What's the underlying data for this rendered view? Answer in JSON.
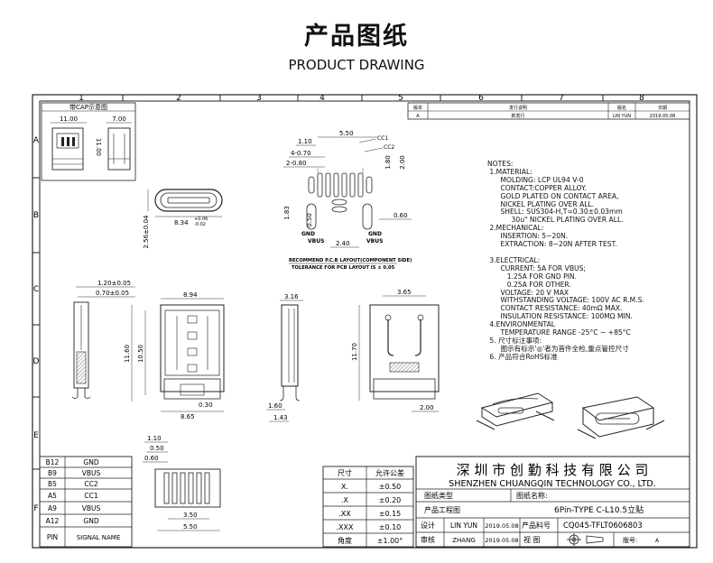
{
  "title_cn": "产品图纸",
  "title_en": "PRODUCT DRAWING",
  "grid": {
    "cols": [
      "1",
      "2",
      "3",
      "4",
      "5",
      "6",
      "7",
      "8"
    ],
    "rows": [
      "A",
      "B",
      "C",
      "D",
      "E",
      "F"
    ]
  },
  "revision": {
    "headers": [
      "版本",
      "发行说明",
      "版名",
      "日期"
    ],
    "row": [
      "A",
      "新发行",
      "LIN YUN",
      "2019.05.08"
    ]
  },
  "cap_box": {
    "title": "带CAP示意图",
    "w1": "11.00",
    "w2": "7.00",
    "h1": "11.00"
  },
  "dims": {
    "top_view": [
      "1.10",
      "5.50",
      "4-0.70",
      "2-0.80",
      "CC1",
      "CC2",
      "1.80",
      "2.00",
      "1.83",
      "0.50",
      "0.60",
      "2.40",
      "GND",
      "VBUS",
      "GND",
      "VBUS"
    ],
    "front": [
      "8.34",
      "+0.06",
      "-0.02",
      "2.56±0.04"
    ],
    "layout_note1": "RECOMMEND P.C.B LAYOUT(COMPONENT SIDE)",
    "layout_note2": "TOLERANCE FOR PCB LAYOUT IS ± 0.05",
    "side_left": [
      "1.20±0.05",
      "0.70±0.05"
    ],
    "main": [
      "8.94",
      "11.60",
      "10.50",
      "0.30",
      "8.65"
    ],
    "side": [
      "3.16",
      "1.60",
      "1.43"
    ],
    "back": [
      "3.65",
      "11.70",
      "2.00"
    ],
    "bottom": [
      "1.10",
      "0.50",
      "0.60",
      "3.50",
      "5.50"
    ]
  },
  "notes": "NOTES:\n 1.MATERIAL:\n      MOLDING: LCP UL94 V-0\n      CONTACT:COPPER ALLOY.\n      GOLD PLATED ON CONTACT AREA,\n      NICKEL PLATING OVER ALL.\n      SHELL: SUS304-H,T=0.30±0.03mm\n           30u\" NICKEL PLATING OVER ALL.\n 2.MECHANICAL:\n      INSERTION: 5~20N.\n      EXTRACTION: 8~20N AFTER TEST.\n\n 3.ELECTRICAL:\n      CURRENT: 5A FOR VBUS;\n         1.25A FOR GND PIN.\n         0.25A FOR OTHER.\n      VOLTAGE: 20 V MAX\n      WITHSTANDING VOLTAGE: 100V AC R.M.S.\n      CONTACT RESISTANCE: 40mΩ MAX.\n      INSULATION RESISTANCE: 100MΩ MIN.\n 4.ENVIRONMENTAL\n      TEMPERATURE RANGE -25°C ~ +85°C\n 5. 尺寸标注事项:\n      图示有标示'◎'者为首件全检,重点管控尺寸\n 6. 产品符合RoHS标准",
  "pins": [
    [
      "B12",
      "GND"
    ],
    [
      "B9",
      "VBUS"
    ],
    [
      "B5",
      "CC2"
    ],
    [
      "A5",
      "CC1"
    ],
    [
      "A9",
      "VBUS"
    ],
    [
      "A12",
      "GND"
    ],
    [
      "PIN",
      "SIGNAL NAME"
    ]
  ],
  "tolerance": {
    "headers": [
      "尺寸",
      "允许公差"
    ],
    "rows": [
      [
        "X.",
        "±0.50"
      ],
      [
        ".X",
        "±0.20"
      ],
      [
        ".XX",
        "±0.15"
      ],
      [
        ".XXX",
        "±0.10"
      ],
      [
        "角度",
        "±1.00°"
      ]
    ]
  },
  "title_block": {
    "company_cn": "深 圳 市 创 勤 科 技 有 限 公 司",
    "company_en": "SHENZHEN CHUANGQIN TECHNOLOGY CO., LTD.",
    "drawing_type_label": "图纸类型",
    "drawing_name_label": "图纸名称:",
    "engineer_label": "产品工程图",
    "drawing_name": "6Pin-TYPE C-L10.5立贴",
    "design_label": "设计",
    "designer": "LIN YUN",
    "design_date": "2019.05.08",
    "part_no_label": "产品料号",
    "part_no": "CQ045-TFLT0606803",
    "check_label": "审核",
    "checker": "ZHANG",
    "check_date": "2019.05.08",
    "view_label": "视  图",
    "version_label": "版号:",
    "version": "A"
  }
}
